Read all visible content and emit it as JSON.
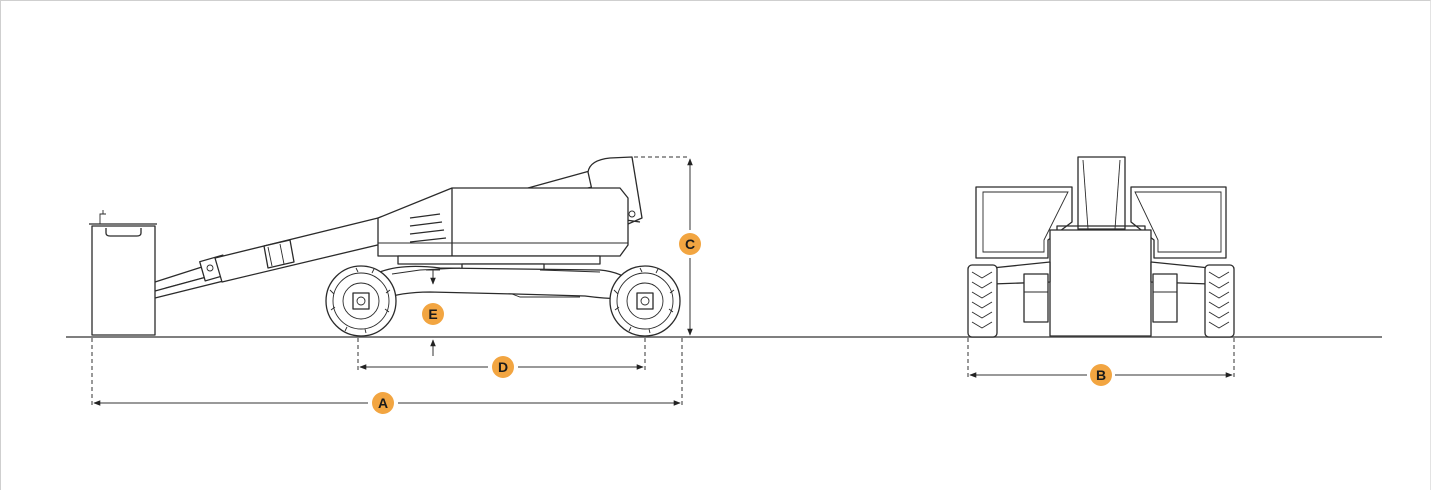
{
  "labels": {
    "a": "A",
    "b": "B",
    "c": "C",
    "d": "D",
    "e": "E"
  },
  "colors": {
    "badge": "#f2a541",
    "line": "#2b2b2b"
  },
  "views": [
    "side-view",
    "rear-view"
  ]
}
